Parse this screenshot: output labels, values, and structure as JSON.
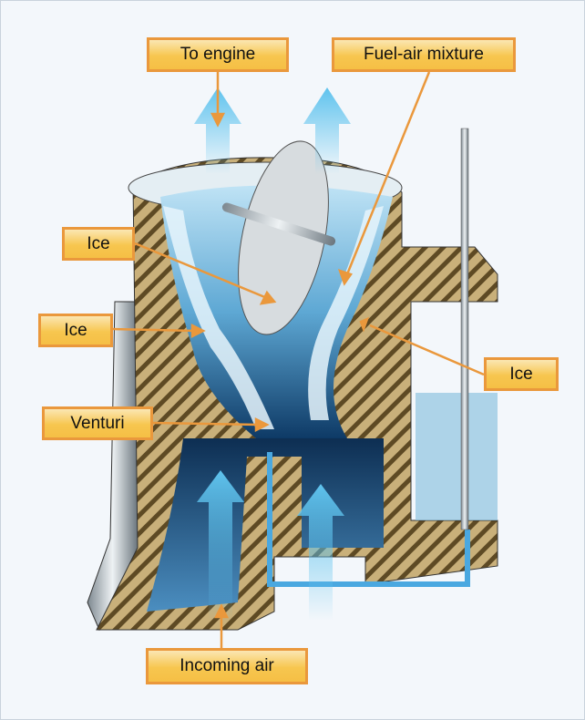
{
  "labels": {
    "to_engine": "To engine",
    "fuel_air_mixture": "Fuel-air mixture",
    "ice_throttle": "Ice",
    "ice_wall_left": "Ice",
    "venturi": "Venturi",
    "ice_wall_right": "Ice",
    "incoming_air": "Incoming air"
  },
  "colors": {
    "label_border": "#ea983c",
    "label_fill": "#f7c64f",
    "body_hatch_light": "#c8b07a",
    "body_hatch_dark": "#5e4a24",
    "air_blue": "#5fc3ee",
    "ice_white": "#e6f4fb"
  }
}
